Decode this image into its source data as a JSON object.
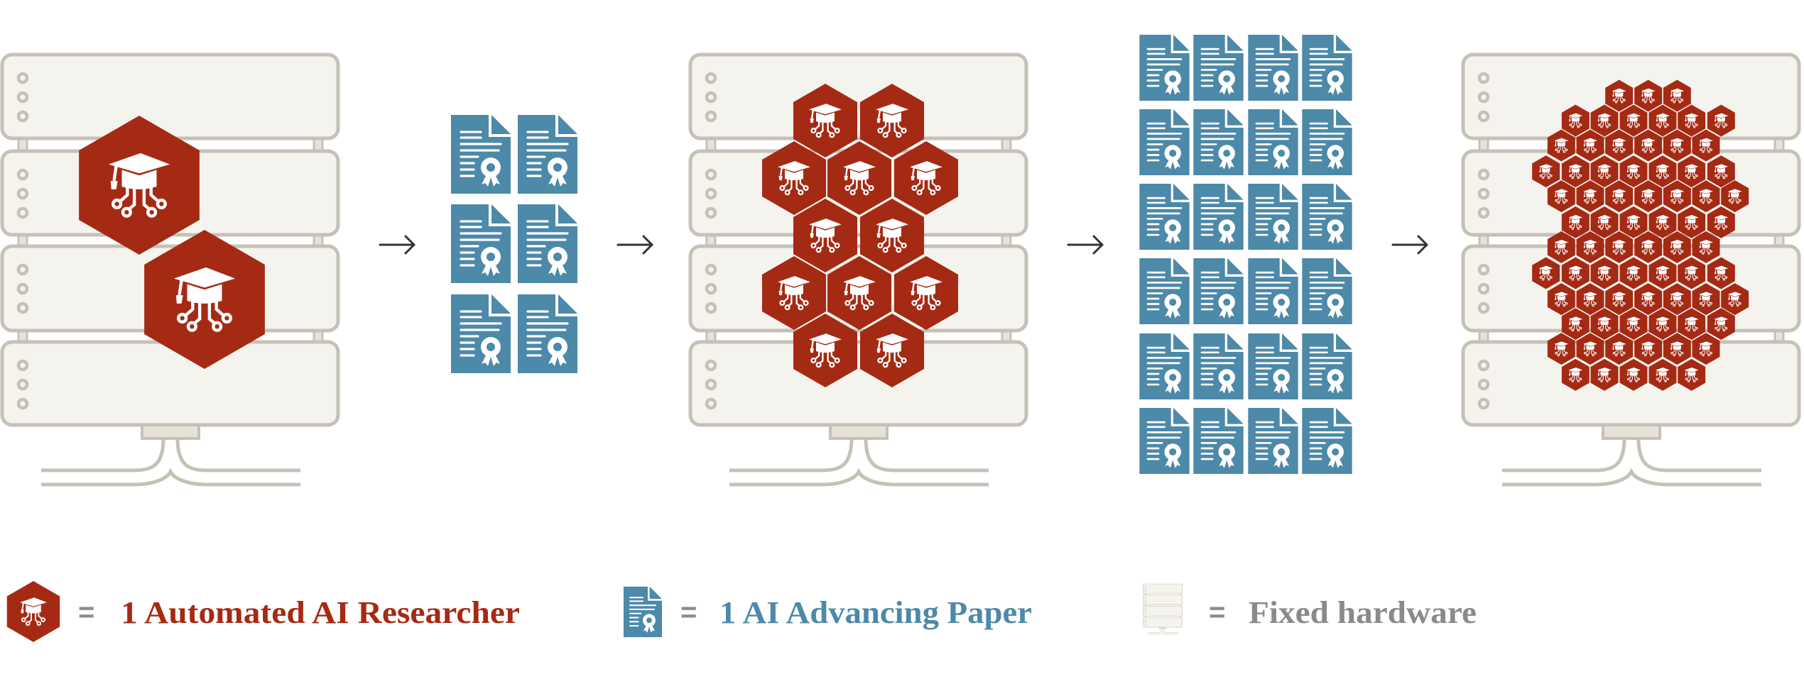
{
  "colors": {
    "researcher": "#a52a14",
    "paper": "#4d89a8",
    "hardware_text": "#8a8a8a",
    "server_stroke": "#c6c1b7",
    "server_fill": "#f5f3ed",
    "arrow": "#333333"
  },
  "icons": {
    "researcher": "graduation-cap-circuit-hexagon-icon",
    "paper": "certificate-document-icon",
    "hardware": "server-rack-icon",
    "arrow": "arrow-right-icon"
  },
  "legend": {
    "researcher": {
      "eq": "=",
      "label": "1 Automated AI Researcher"
    },
    "paper": {
      "eq": "=",
      "label": "1 AI Advancing Paper"
    },
    "hardware": {
      "eq": "=",
      "label": "Fixed hardware"
    }
  }
}
